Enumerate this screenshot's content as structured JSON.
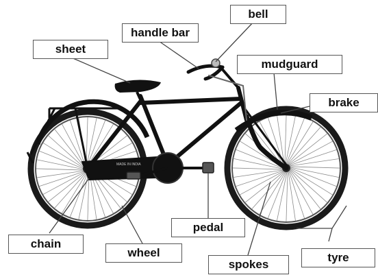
{
  "labels": {
    "bell": "bell",
    "handle_bar": "handle bar",
    "sheet": "sheet",
    "mudguard": "mudguard",
    "brake": "brake",
    "pedal": "pedal",
    "chain": "chain",
    "wheel": "wheel",
    "spokes": "spokes",
    "tyre": "tyre"
  },
  "frame_lettering": "MADE IN INDIA",
  "colors": {
    "frame": "#111111",
    "tyre": "#1a1a1a",
    "spoke": "#8a8a8a",
    "rim": "#555555",
    "leader": "#444444",
    "label_border": "#555555"
  }
}
